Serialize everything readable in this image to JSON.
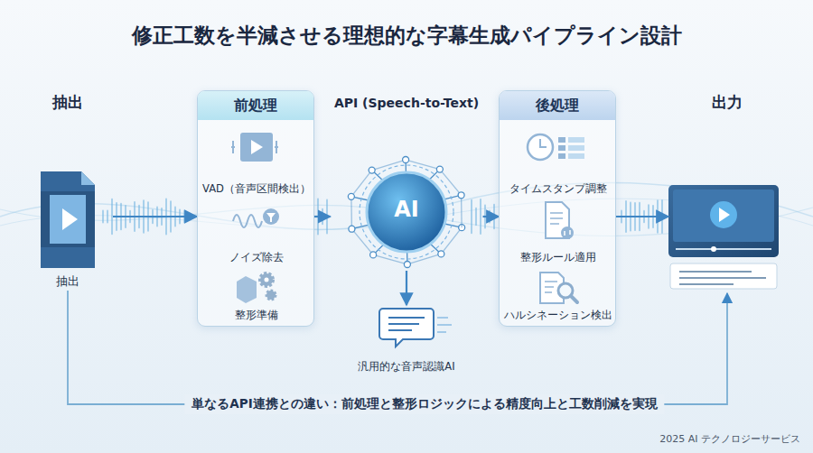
{
  "diagram": {
    "title": "修正工数を半減させる理想的な字幕生成パイプライン設計",
    "nodes": [
      {
        "text": [
          "抽出",
          "抽出"
        ]
      },
      {
        "text": [
          "前処理"
        ]
      },
      {
        "text": [
          "VAD（音声区間検出）"
        ],
        "in": 1
      },
      {
        "text": [
          "ノイズ除去"
        ],
        "in": 1
      },
      {
        "text": [
          "整形準備"
        ],
        "in": 1
      },
      {
        "text": [
          "API (Speech-to-Text)",
          "AI"
        ]
      },
      {
        "text": [
          "汎用的な音声認識AI"
        ]
      },
      {
        "text": [
          "後処理"
        ]
      },
      {
        "text": [
          "タイムスタンプ調整"
        ],
        "in": 7
      },
      {
        "text": [
          "整形ルール適用"
        ],
        "in": 7
      },
      {
        "text": [
          "ハルシネーション検出"
        ],
        "in": 7
      },
      {
        "text": [
          "出力"
        ]
      }
    ],
    "edges": [
      {
        "from": 0,
        "to": 1,
        "arrow": "to"
      },
      {
        "from": 1,
        "to": 5,
        "arrow": "to"
      },
      {
        "from": 5,
        "to": 7,
        "arrow": "to"
      },
      {
        "from": 7,
        "to": 11,
        "arrow": "to"
      },
      {
        "from": 5,
        "to": 6,
        "arrow": "to"
      },
      {
        "from": 0,
        "to": 11,
        "label": "単なるAPI連携との違い：前処理と整形ロジックによる精度向上と工数削減を実現",
        "arrow": "to"
      }
    ],
    "labels": [
      "2025 AI テクノロジーサービス"
    ]
  }
}
